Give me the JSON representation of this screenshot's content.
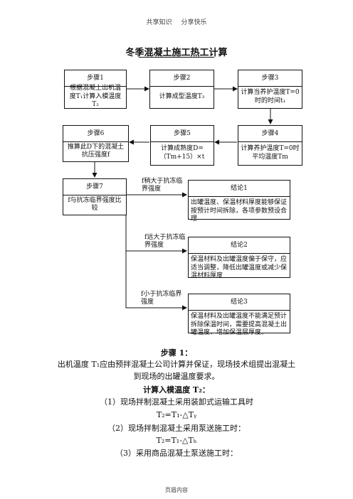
{
  "header": {
    "left": "共享知识",
    "right": "分享快乐"
  },
  "title": "冬季混凝土施工热工计算",
  "steps": [
    {
      "label": "步骤1",
      "text": "根据混凝土出机温度T₁计算入模温度T₂"
    },
    {
      "label": "步骤2",
      "text": "计算成型温度T₃"
    },
    {
      "label": "步骤3",
      "text": "计算当养护温度T=0时的时间t₁"
    },
    {
      "label": "步骤4",
      "text": "计算养护温度T=0时平均温度Tm"
    },
    {
      "label": "步骤5",
      "text": "计算成熟度D=（Tm+15）×t"
    },
    {
      "label": "步骤6",
      "text": "推算此D下的混凝土抗压强度f"
    },
    {
      "label": "步骤7",
      "text": "f与抗冻临界强度比较"
    }
  ],
  "conditions": [
    "f稍大于抗冻临界强度",
    "f远大于抗冻临界强度",
    "f小于抗冻临界强度"
  ],
  "conclusions": [
    {
      "label": "结论1",
      "text": "出罐温度、保温材料厚度能够保证按预计时间拆除，各项参数预设合理"
    },
    {
      "label": "结论2",
      "text": "保温材料及出罐温度偏于保守，应适当调整，降低出罐温度或减少保温材料厚度"
    },
    {
      "label": "结论3",
      "text": "保温材料及出罐温度不能满足预计拆除保温时间，需要提高混凝土出罐温度、增加保温层厚度。"
    }
  ],
  "content": {
    "step1_heading": "步骤 1：",
    "step1_text_line1": "出机温度 T₁应由预拌混凝土公司计算并保证，现场技术组提出混凝土",
    "step1_text_line2": "到现场的出罐温度要求。",
    "t2_heading": "计算入模温度 T₂：",
    "case1": "（1）现场拌制混凝土采用装卸式运输工具时",
    "formula1": "T₂=T₁-△Tᵧ",
    "case2": "（2）现场拌制混凝土采用泵送施工时：",
    "formula2": "T₂=T₁-△Tₕ",
    "case3": "（3）采用商品混凝土泵送施工时："
  },
  "footer": "页眉内容"
}
